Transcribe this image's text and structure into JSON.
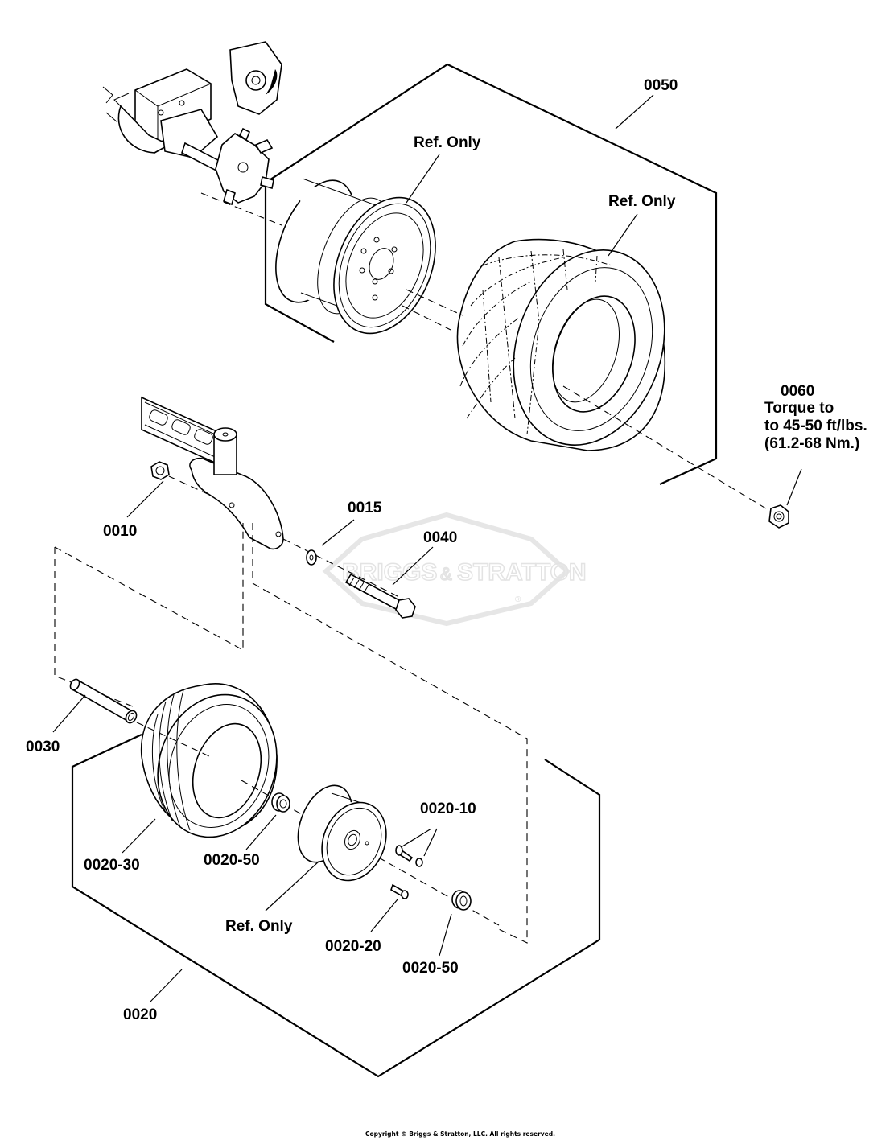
{
  "diagram": {
    "title": "Wheels and Tires Exploded Parts Diagram",
    "watermark": {
      "brand_left": "BRIGGS",
      "brand_amp": "&",
      "brand_right": "STRATTON",
      "registered_mark": "®"
    },
    "copyright": "Copyright © Briggs & Stratton, LLC. All rights reserved.",
    "callouts": [
      {
        "id": "0050",
        "label": "0050",
        "part": "rear wheel & tire assembly"
      },
      {
        "id": "ref-rear-rim",
        "label": "Ref. Only",
        "part": "rear rim"
      },
      {
        "id": "ref-rear-tire",
        "label": "Ref. Only",
        "part": "rear tire"
      },
      {
        "id": "0060",
        "label": "0060",
        "part": "lug nut",
        "note_lines": [
          "Torque to",
          "to 45-50 ft/lbs.",
          "(61.2-68 Nm.)"
        ]
      },
      {
        "id": "0010",
        "label": "0010",
        "part": "nut"
      },
      {
        "id": "0015",
        "label": "0015",
        "part": "washer"
      },
      {
        "id": "0040",
        "label": "0040",
        "part": "bolt"
      },
      {
        "id": "0030",
        "label": "0030",
        "part": "spacer tube"
      },
      {
        "id": "0020",
        "label": "0020",
        "part": "front wheel assembly"
      },
      {
        "id": "0020-30",
        "label": "0020-30",
        "part": "front tire"
      },
      {
        "id": "0020-50a",
        "label": "0020-50",
        "part": "bearing"
      },
      {
        "id": "ref-front-rim",
        "label": "Ref. Only",
        "part": "front rim"
      },
      {
        "id": "0020-10",
        "label": "0020-10",
        "part": "valve stem"
      },
      {
        "id": "0020-20",
        "label": "0020-20",
        "part": "grease fitting"
      },
      {
        "id": "0020-50b",
        "label": "0020-50",
        "part": "bearing"
      }
    ]
  }
}
